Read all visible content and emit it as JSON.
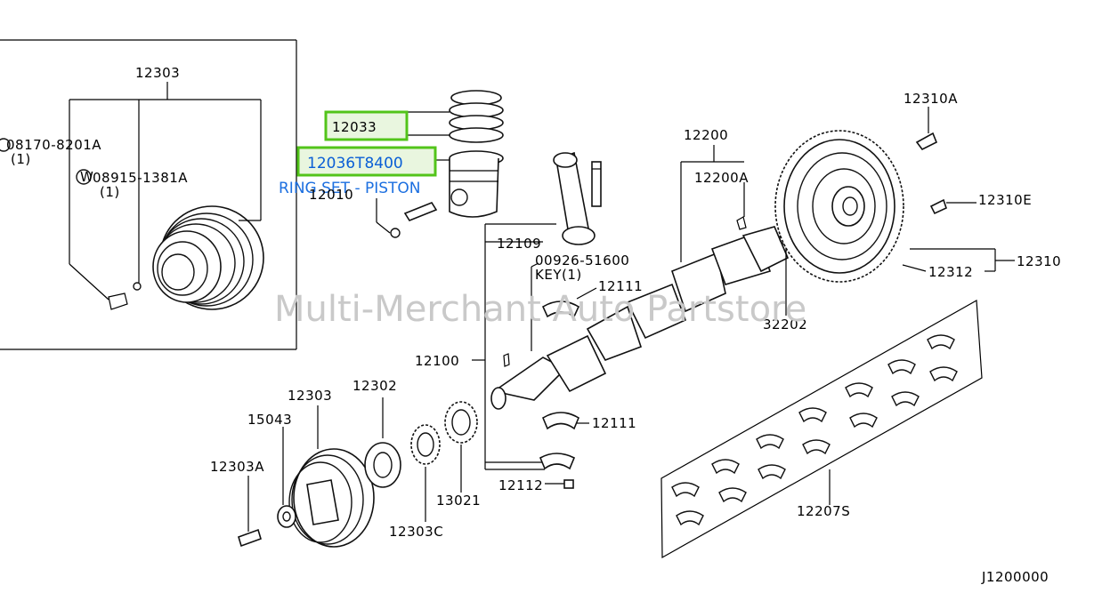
{
  "diagram": {
    "watermark": "Multi-Merchant Auto Partstore",
    "page_code": "J1200000",
    "highlighted": {
      "ring_part": "12033",
      "piston_part": "12036T8400",
      "piston_desc": "RING SET - PISTON"
    },
    "labels": {
      "pulley_asm_top": "12303",
      "bolt_08170": "08170-8201A",
      "bolt_08170_qty": "(1)",
      "washer_08915": "08915-1381A",
      "washer_08915_qty": "(1)",
      "pin_12010": "12010",
      "conrod_12109": "12109",
      "key_00926": "00926-51600",
      "key_desc": "KEY(1)",
      "bearing_12111_top": "12111",
      "bearing_12111_bot": "12111",
      "crank_asm_12200": "12200",
      "crank_asm_12200a": "12200A",
      "crankshaft_12100": "12100",
      "bolt_12112": "12112",
      "flywheel_bolt_12310a": "12310A",
      "dowel_12310e": "12310E",
      "flywheel_12310": "12310",
      "ring_gear_12312": "12312",
      "pilot_32202": "32202",
      "main_bearing_12207s": "12207S",
      "pulley_12303": "12303",
      "spacer_12302": "12302",
      "washer_15043": "15043",
      "bolt_12303a": "12303A",
      "sprocket_12303c": "12303C",
      "gear_13021": "13021"
    }
  }
}
